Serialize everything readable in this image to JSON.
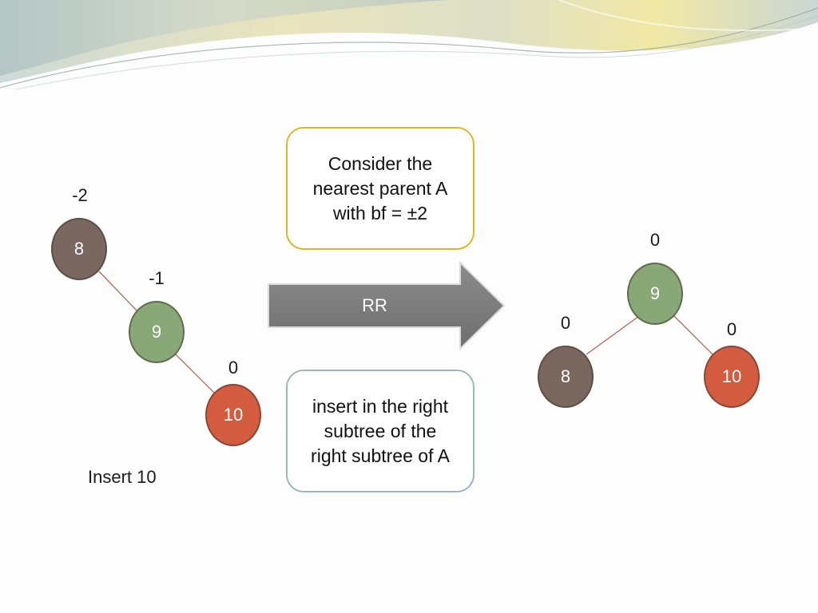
{
  "colors": {
    "node_gray": "#7a6860",
    "node_green": "#88a878",
    "node_red": "#d35c40",
    "edge": "#b06a5a",
    "callout_top_border": "#d8b828",
    "callout_bottom_border": "#9ab8bc",
    "arrow_fill": "#7c7c7c"
  },
  "left_tree": {
    "node_8": {
      "label": "8",
      "bf": "-2"
    },
    "node_9": {
      "label": "9",
      "bf": "-1"
    },
    "node_10": {
      "label": "10",
      "bf": "0"
    }
  },
  "right_tree": {
    "node_9": {
      "label": "9",
      "bf": "0"
    },
    "node_8": {
      "label": "8",
      "bf": "0"
    },
    "node_10": {
      "label": "10",
      "bf": "0"
    }
  },
  "callout_top": {
    "text": "Consider the\nnearest parent A\nwith bf = ±2"
  },
  "callout_bottom": {
    "text": "insert in the right\nsubtree of the\nright subtree of A"
  },
  "arrow": {
    "label": "RR"
  },
  "caption": {
    "text": "Insert 10"
  }
}
